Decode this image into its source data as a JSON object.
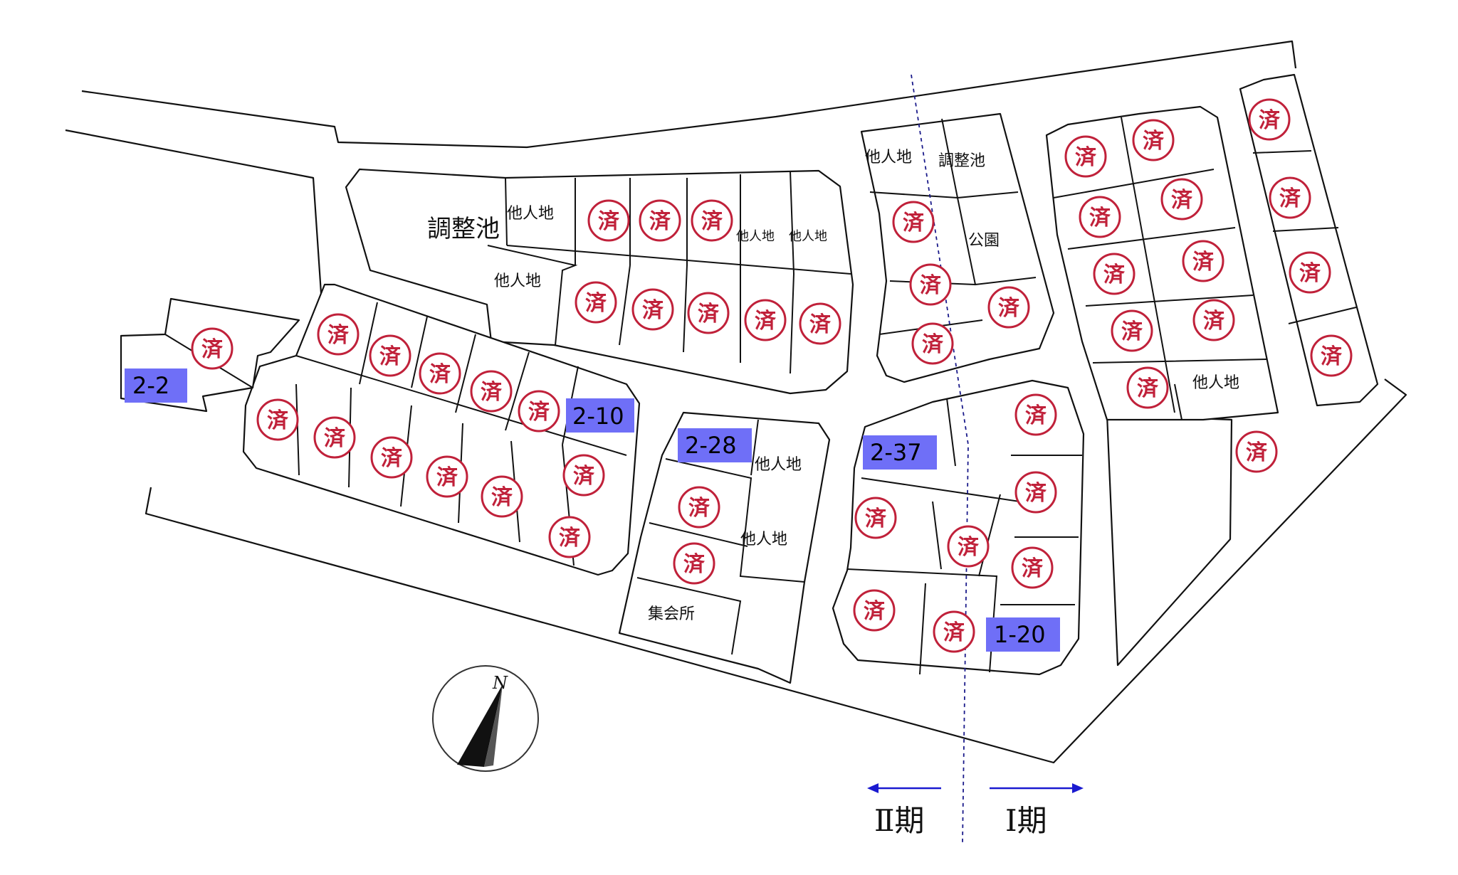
{
  "map": {
    "sold_mark": "済",
    "lot_labels": {
      "other_land": "他人地",
      "retention_pond": "調整池",
      "park": "公園",
      "community_hall": "集会所"
    },
    "available_lots": [
      "2-2",
      "2-10",
      "2-28",
      "2-37",
      "1-20"
    ],
    "phases": {
      "phase_2": "Ⅱ期",
      "phase_1": "Ⅰ期"
    },
    "compass": {
      "north_label": "N"
    },
    "colors": {
      "sold_mark": "#c0213a",
      "available_highlight": "#6f6ff7",
      "phase_divider": "#1a1a8a",
      "phase_arrow": "#1a1ad0"
    }
  }
}
